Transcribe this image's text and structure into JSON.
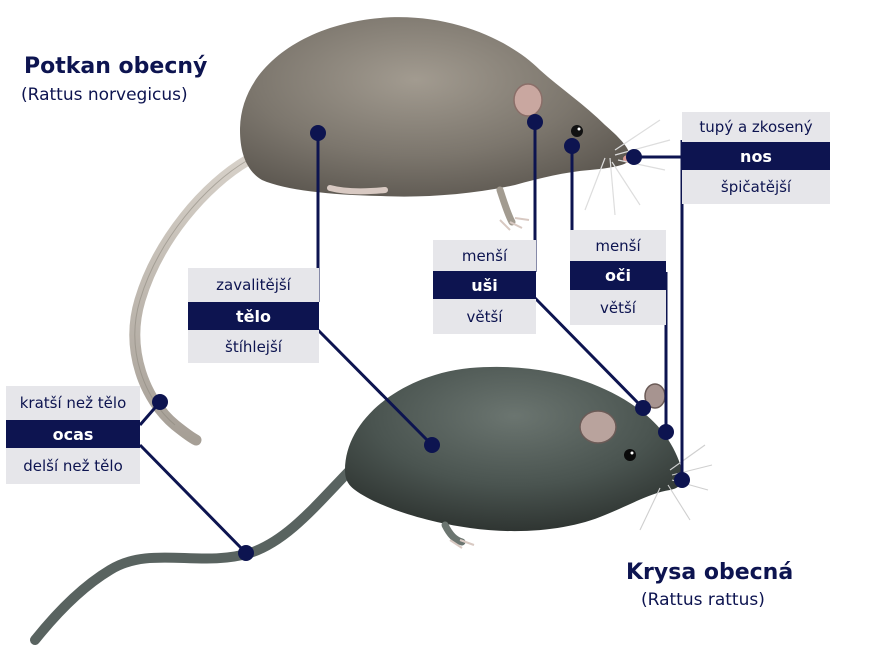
{
  "species": {
    "top": {
      "name": "Potkan obecný",
      "latin": "(Rattus norvegicus)"
    },
    "bottom": {
      "name": "Krysa obecná",
      "latin": "(Rattus rattus)"
    }
  },
  "features": {
    "nos": {
      "label": "nos",
      "top_species": "tupý a zkosený",
      "bottom_species": "špičatější"
    },
    "oci": {
      "label": "oči",
      "top_species": "menší",
      "bottom_species": "větší"
    },
    "usi": {
      "label": "uši",
      "top_species": "menší",
      "bottom_species": "větší"
    },
    "telo": {
      "label": "tělo",
      "top_species": "zavalitější",
      "bottom_species": "štíhlejší"
    },
    "ocas": {
      "label": "ocas",
      "top_species": "kratší než tělo",
      "bottom_species": "delší než tělo"
    }
  },
  "colors": {
    "navy": "#0d1450",
    "label_bg": "#e6e6ea",
    "rat_brown": "#7c766d",
    "rat_black": "#4a5450"
  }
}
